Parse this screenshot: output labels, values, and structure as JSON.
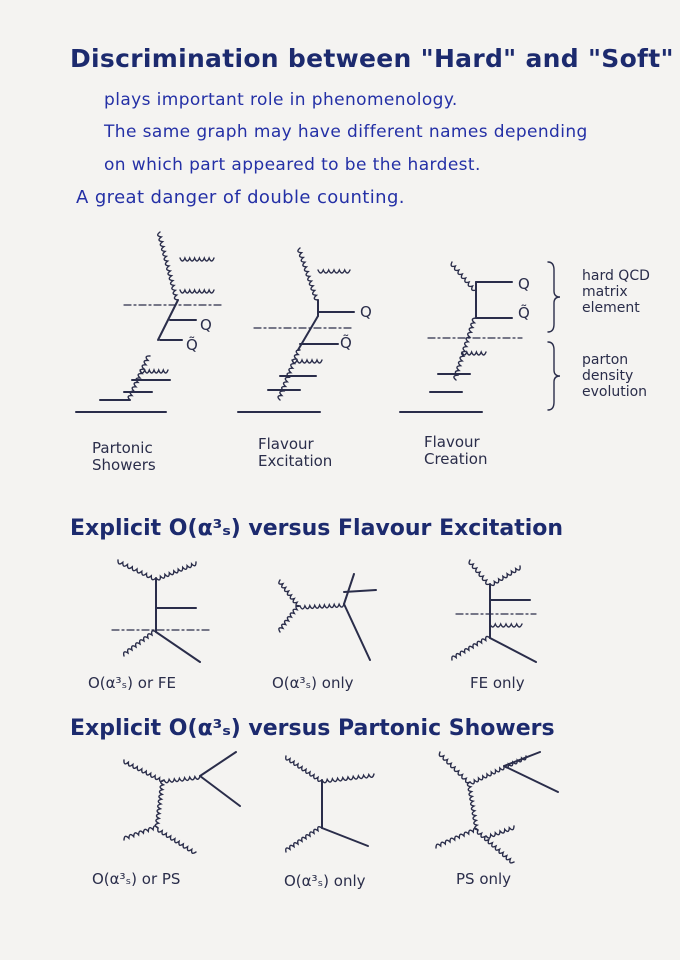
{
  "title": "Discrimination between \"Hard\" and \"Soft\"",
  "intro": {
    "line1": "plays important role in phenomenology.",
    "line2": "The same graph may have different names depending",
    "line3": "on which part appeared to be the hardest.",
    "line4": "A great danger of double counting."
  },
  "top_diagrams": {
    "q_label": "Q",
    "qbar_label": "Q̃",
    "captions": [
      {
        "line1": "Partonic",
        "line2": "Showers"
      },
      {
        "line1": "Flavour",
        "line2": "Excitation"
      },
      {
        "line1": "Flavour",
        "line2": "Creation"
      }
    ],
    "side_hard": {
      "line1": "hard QCD",
      "line2": "matrix",
      "line3": "element"
    },
    "side_soft": {
      "line1": "parton",
      "line2": "density",
      "line3": "evolution"
    }
  },
  "section_fe": {
    "heading": "Explicit O(α³ₛ) versus Flavour Excitation",
    "labels": [
      "O(α³ₛ) or FE",
      "O(α³ₛ) only",
      "FE only"
    ]
  },
  "section_ps": {
    "heading": "Explicit O(α³ₛ) versus Partonic Showers",
    "labels": [
      "O(α³ₛ) or PS",
      "O(α³ₛ) only",
      "PS only"
    ]
  }
}
